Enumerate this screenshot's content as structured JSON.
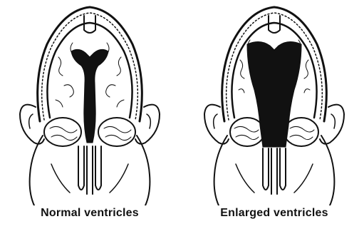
{
  "panels": [
    {
      "caption": "Normal ventricles",
      "ventricle_size": "normal"
    },
    {
      "caption": "Enlarged ventricles",
      "ventricle_size": "enlarged"
    }
  ],
  "colors": {
    "ink": "#111111",
    "background": "#ffffff"
  }
}
